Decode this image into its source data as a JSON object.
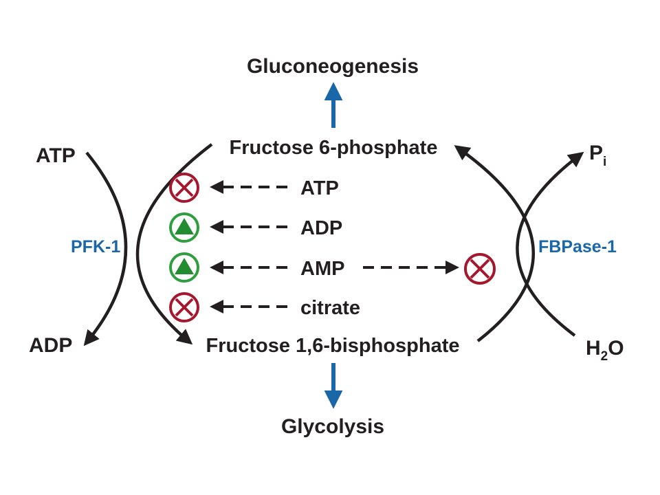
{
  "labels": {
    "top": "Gluconeogenesis",
    "bottom": "Glycolysis",
    "f6p": "Fructose 6-phosphate",
    "f16bp": "Fructose 1,6-bisphosphate",
    "left_top": "ATP",
    "left_bottom": "ADP",
    "right_top_base": "P",
    "right_top_sub": "i",
    "right_bottom_h": "H",
    "right_bottom_sub": "2",
    "right_bottom_o": "O"
  },
  "enzymes": {
    "left": "PFK-1",
    "right": "FBPase-1"
  },
  "regulators": [
    {
      "label": "ATP",
      "effect": "inhibit"
    },
    {
      "label": "ADP",
      "effect": "activate"
    },
    {
      "label": "AMP",
      "effect": "activate"
    },
    {
      "label": "citrate",
      "effect": "inhibit"
    }
  ],
  "right_regulation": {
    "source": "AMP",
    "effect": "inhibit"
  },
  "colors": {
    "text": "#231f20",
    "curve": "#231f20",
    "blue_arrow": "#1a67a8",
    "enzyme_text": "#1a67a8",
    "inhibit_stroke": "#a3182d",
    "activate_fill": "#2f9e3e",
    "activate_inner": "#238c31"
  },
  "icons": {
    "inhibit": "circle-x-icon",
    "activate": "circle-triangle-icon"
  }
}
